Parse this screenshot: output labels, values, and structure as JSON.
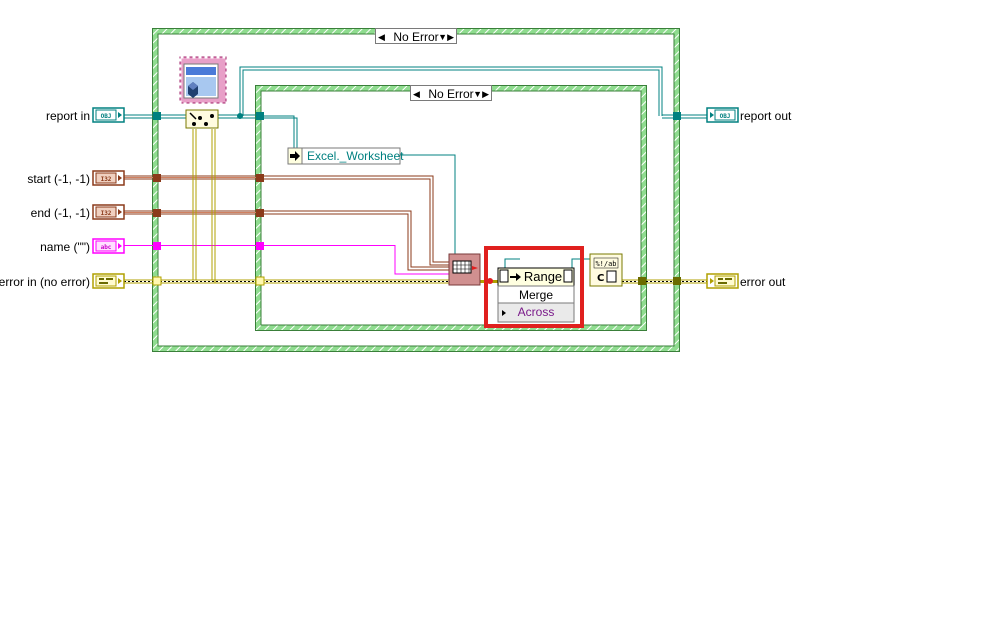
{
  "terminals": {
    "report_in": "report in",
    "start": "start (-1, -1)",
    "end": "end (-1, -1)",
    "name": "name (\"\")",
    "error_in": "error in (no error)",
    "report_out": "report out",
    "error_out": "error out"
  },
  "terminal_glyphs": {
    "obj": "OBJ",
    "i32": "I32",
    "abc": "abc"
  },
  "case_structures": {
    "outer_selector": "No Error",
    "inner_selector": "No Error"
  },
  "nodes": {
    "worksheet_ref": "Excel._Worksheet",
    "property_node": {
      "class": "Range",
      "properties": [
        "Merge",
        "Across"
      ]
    },
    "close_ref_icon": "close-reference-icon",
    "subvi_icon": "report-subvi-icon",
    "unbundle_icon": "unbundle-icon",
    "range_icon": "range-grid-icon"
  },
  "colors": {
    "refnum_wire": "#008080",
    "numeric_wire": "#8b3a1a",
    "string_wire": "#ff00ff",
    "error_wire": "#b0a000",
    "case_border": "#3cb04a",
    "highlight": "#e0201e"
  }
}
